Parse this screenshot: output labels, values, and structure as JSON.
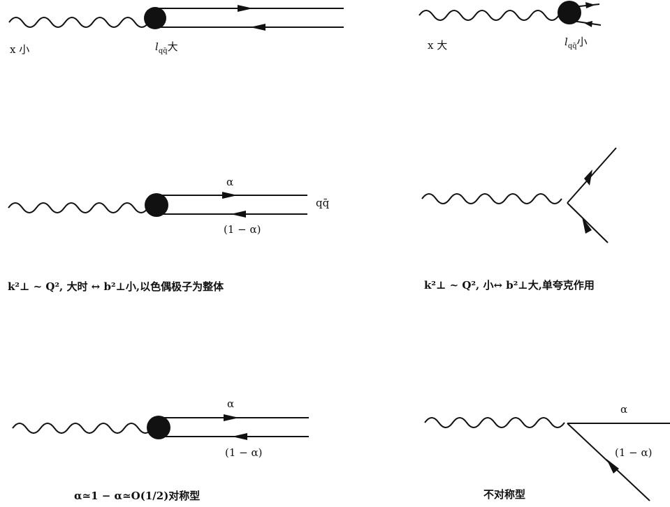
{
  "panels": {
    "p1": {
      "label_left": "x 小",
      "label_vertex": "l",
      "label_vertex_sub": "qq̄",
      "label_vertex_tail": "大"
    },
    "p2": {
      "label_left": "x 大",
      "label_vertex": "l",
      "label_vertex_sub": "qq̄",
      "label_vertex_tail": "小"
    },
    "p3": {
      "alpha": "α",
      "end_label": "qq̄",
      "one_minus_alpha": "(1 − α)",
      "caption": "k²⊥ ~ Q², 大时 ↔ b²⊥小,以色偶极子为整体"
    },
    "p4": {
      "caption": "k²⊥ ~ Q², 小↔ b²⊥大,单夸克作用"
    },
    "p5": {
      "alpha": "α",
      "one_minus_alpha": "(1 − α)",
      "caption": "α≃1 − α≃O(1/2)对称型"
    },
    "p6": {
      "alpha": "α",
      "one_minus_alpha": "(1 − α)",
      "caption": "不对称型"
    }
  },
  "colors": {
    "ink": "#111111"
  }
}
